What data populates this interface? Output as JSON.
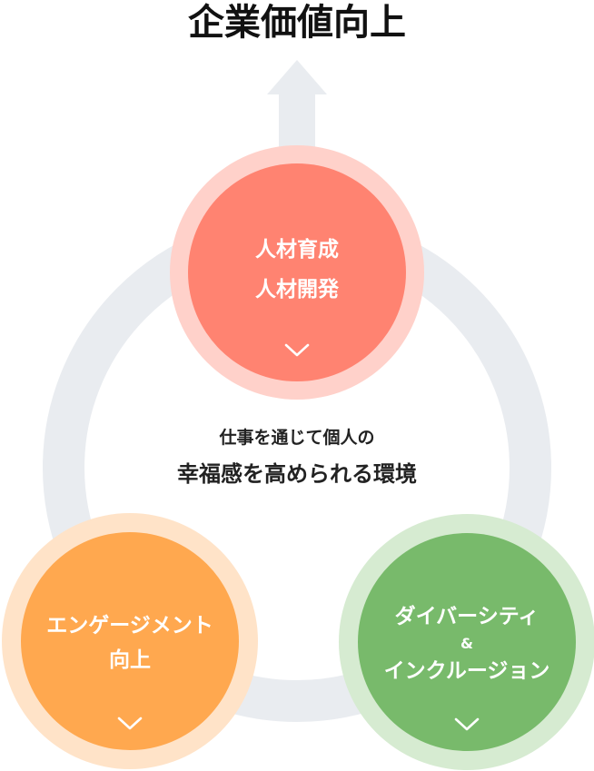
{
  "title": "企業価値向上",
  "center": {
    "line1": "仕事を通じて個人の",
    "line2": "幸福感を高められる環境"
  },
  "nodes": {
    "top": {
      "line1": "人材育成",
      "line2": "人材開発",
      "color": "#FF8371",
      "halo_color": "#FFD1CA"
    },
    "left": {
      "line1": "エンゲージメント",
      "line2": "向上",
      "color": "#FFA84F",
      "halo_color": "#FFE3C8"
    },
    "right": {
      "line1": "ダイバーシティ",
      "line2": "&",
      "line3": "インクルージョン",
      "color": "#78BA6B",
      "halo_color": "#D6EBD1"
    }
  },
  "ring_color": "#E9ECF0",
  "arrow_color": "#E9ECF0"
}
